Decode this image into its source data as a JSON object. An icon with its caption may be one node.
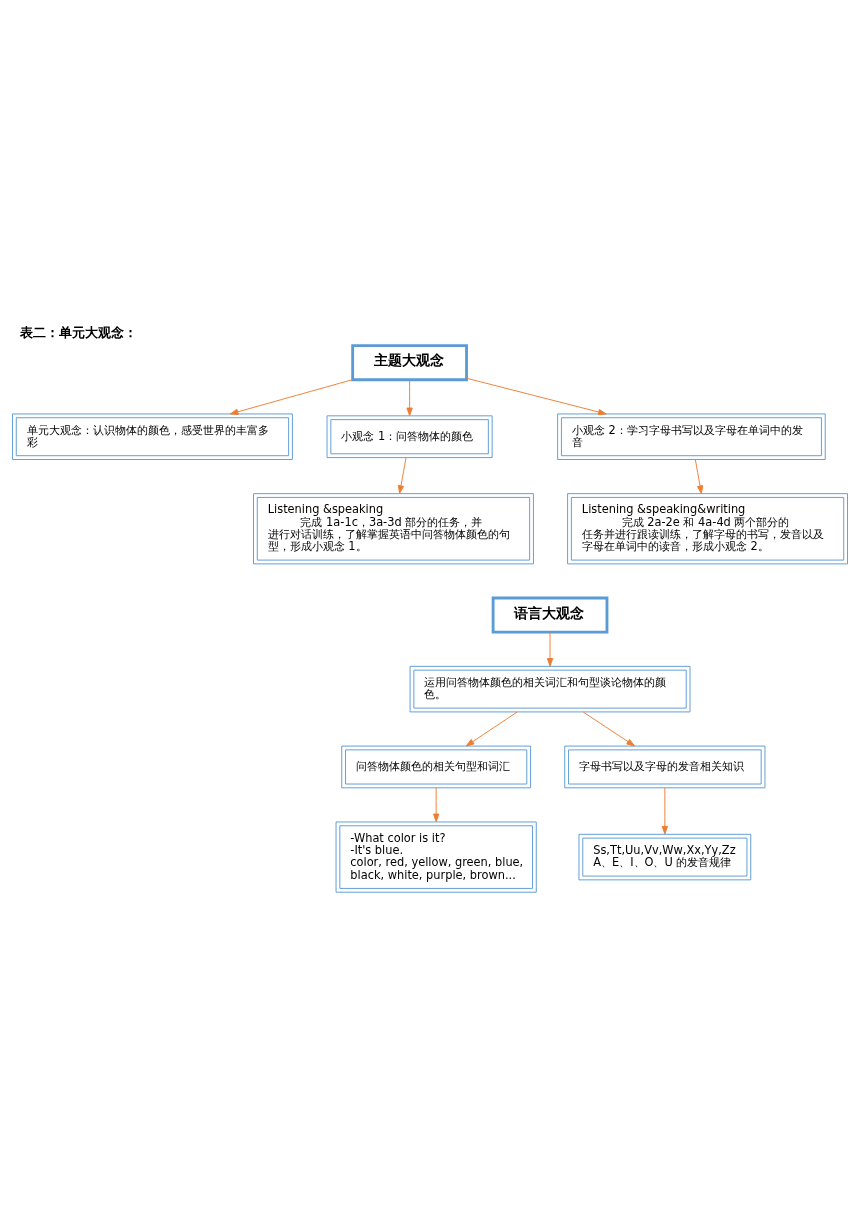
{
  "diagram": {
    "title": "表二：单元大观念：",
    "nodes": [
      {
        "text": [
          "单元大观念：认识物体的颜色，感受世界的丰富多彩"
        ]
      },
      {
        "text": [
          "主题大观念"
        ]
      },
      {
        "text": [
          "小观念 1：问答物体的颜色"
        ]
      },
      {
        "text": [
          "小观念 2：学习字母书写以及字母在单词中的发音"
        ]
      },
      {
        "text": [
          "Listening &speaking",
          "完成 1a-1c，3a-3d 部分的任务，并进行对话训练，了解掌握英语中问答物体颜色的句型，形成小观念 1。"
        ]
      },
      {
        "text": [
          "Listening &speaking&writing",
          "完成 2a-2e 和 4a-4d 两个部分的任务并进行跟读训练，了解字母的书写，发音以及字母在单词中的读音，形成小观念 2。"
        ]
      },
      {
        "text": [
          "语言大观念"
        ]
      },
      {
        "text": [
          "运用问答物体颜色的相关词汇和句型谈论物体的颜色。"
        ]
      },
      {
        "text": [
          "问答物体颜色的相关句型和词汇"
        ]
      },
      {
        "text": [
          "字母书写以及字母的发音相关知识"
        ]
      },
      {
        "text": [
          "-What color is it?",
          "-It's blue.",
          "color, red, yellow, green, blue, black, white, purple, brown..."
        ]
      },
      {
        "text": [
          "Ss,Tt,Uu,Vv,Ww,Xx,Yy,Zz",
          "A、E、I、O、U 的发音规律"
        ]
      }
    ],
    "edges": [
      {
        "from": 1,
        "to": 0,
        "arrow": "to"
      },
      {
        "from": 1,
        "to": 2,
        "arrow": "to"
      },
      {
        "from": 1,
        "to": 3,
        "arrow": "to"
      },
      {
        "from": 2,
        "to": 4,
        "arrow": "to"
      },
      {
        "from": 3,
        "to": 5,
        "arrow": "to"
      },
      {
        "from": 6,
        "to": 7,
        "arrow": "to"
      },
      {
        "from": 7,
        "to": 8,
        "arrow": "to"
      },
      {
        "from": 7,
        "to": 9,
        "arrow": "to"
      },
      {
        "from": 8,
        "to": 10,
        "arrow": "to"
      },
      {
        "from": 9,
        "to": 11,
        "arrow": "to"
      }
    ]
  }
}
